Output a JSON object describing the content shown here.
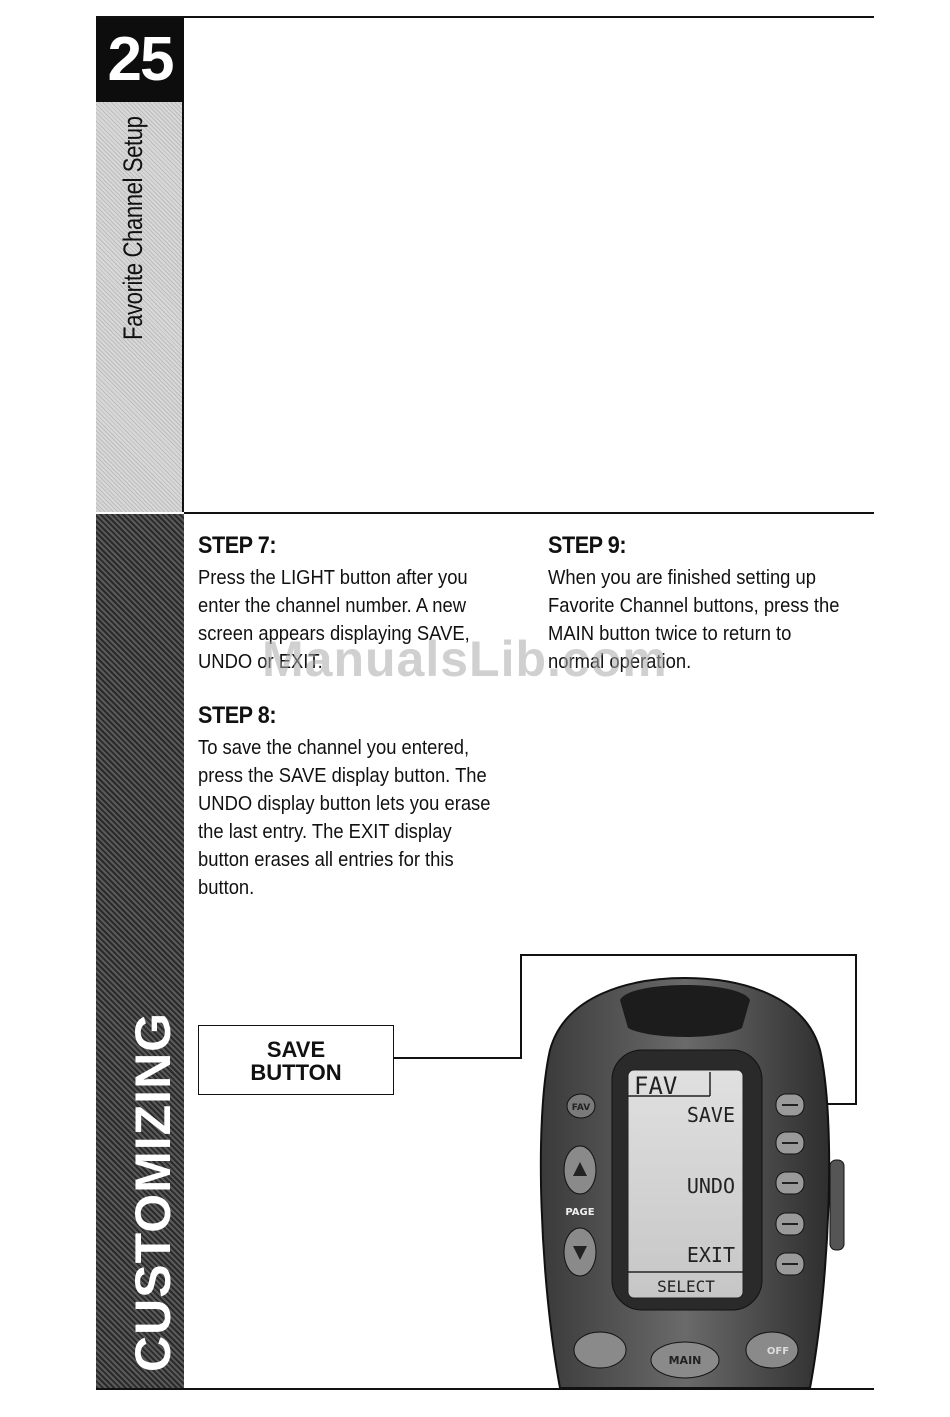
{
  "page": {
    "number": "25",
    "section_title": "Favorite Channel Setup",
    "chapter": "CUSTOMIZING"
  },
  "steps": [
    {
      "heading": "STEP 7:",
      "text": "Press the LIGHT button after you enter the channel number. A new screen appears displaying SAVE, UNDO or EXIT."
    },
    {
      "heading": "STEP 8:",
      "text": "To save the channel you entered, press the SAVE display button. The UNDO display button lets you erase the last entry. The EXIT display button erases all entries for this button."
    },
    {
      "heading": "STEP 9:",
      "text": "When you are finished setting up Favorite Channel buttons, press the MAIN button twice to return to normal operation."
    }
  ],
  "watermark": "ManualsLib.com",
  "callout": {
    "line1": "SAVE",
    "line2": "BUTTON"
  },
  "remote": {
    "screen_title": "FAV",
    "screen_items": [
      "SAVE",
      "UNDO",
      "EXIT"
    ],
    "screen_footer": "SELECT",
    "side_button_fav": "FAV",
    "side_button_page": "PAGE",
    "bottom_button_main": "MAIN",
    "bottom_button_off": "OFF"
  }
}
